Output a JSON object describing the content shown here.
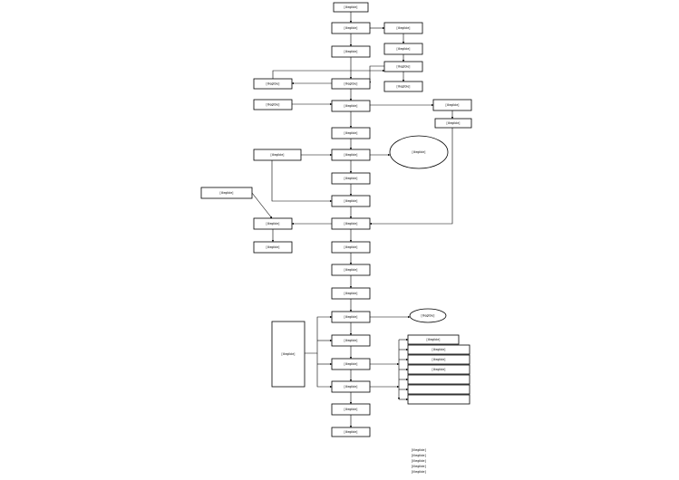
{
  "flowchart": {
    "nodes": [
      {
        "id": "n1",
        "text": "[illegible]"
      },
      {
        "id": "n2",
        "text": "[illegible]"
      },
      {
        "id": "n3",
        "text": "[illegible]"
      },
      {
        "id": "n4",
        "text": "[illegible]"
      },
      {
        "id": "n5",
        "text": "[illegible]"
      },
      {
        "id": "n6",
        "text": "[illegible]"
      },
      {
        "id": "n7",
        "text": "[illegible]"
      },
      {
        "id": "n8",
        "text": "[illegible]"
      },
      {
        "id": "n9",
        "text": "[illegible]"
      },
      {
        "id": "n10",
        "text": "[illegible]"
      },
      {
        "id": "n11",
        "text": "[illegible]"
      },
      {
        "id": "n12",
        "text": "[illegible]"
      },
      {
        "id": "n13",
        "text": "[illegible]"
      },
      {
        "id": "n14",
        "text": "[illegible]"
      },
      {
        "id": "n15",
        "text": "[illegible]"
      },
      {
        "id": "n16",
        "text": "[illegible]"
      },
      {
        "id": "n17",
        "text": "[illegible]"
      },
      {
        "id": "n18",
        "text": "[illegible]"
      },
      {
        "id": "n19",
        "text": "[illegible]"
      },
      {
        "id": "n20",
        "text": "[illegible]"
      },
      {
        "id": "n21",
        "text": "[illegible]"
      },
      {
        "id": "n22",
        "text": "[illegible]"
      },
      {
        "id": "n23",
        "text": "[illegible]"
      },
      {
        "id": "n24",
        "text": "[illegible]"
      },
      {
        "id": "n25",
        "text": "[illegible]"
      },
      {
        "id": "n26",
        "text": "[illegible]"
      },
      {
        "id": "n27",
        "text": "[illegible]"
      },
      {
        "id": "n28",
        "text": "[illegible]"
      },
      {
        "id": "n29",
        "text": "[illegible]"
      },
      {
        "id": "n30",
        "text": "[illegible]"
      },
      {
        "id": "n31",
        "text": "[illegible]"
      },
      {
        "id": "n32",
        "text": "[illegible]"
      },
      {
        "id": "n33",
        "text": "[illegible]"
      },
      {
        "id": "n34",
        "text": "[illegible]"
      },
      {
        "id": "n35",
        "text": "[illegible]"
      },
      {
        "id": "n36",
        "text": "[illegible]"
      },
      {
        "id": "n37",
        "text": "[illegible]"
      },
      {
        "id": "n38",
        "text": "[illegible]"
      }
    ],
    "notes": {
      "title": "[illegible]",
      "lines": [
        "[illegible]",
        "[illegible]",
        "[illegible]",
        "[illegible]"
      ]
    }
  }
}
